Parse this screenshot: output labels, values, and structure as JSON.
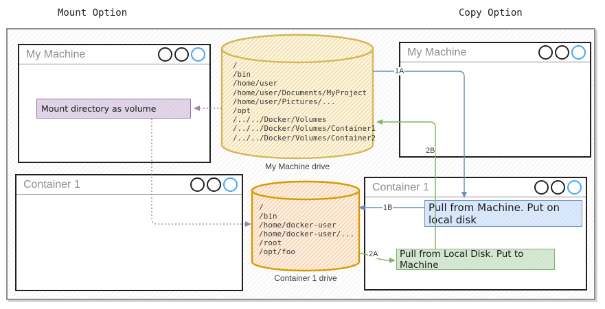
{
  "diagram": {
    "headings": {
      "mount": "Mount Option",
      "copy": "Copy Option"
    },
    "windows": {
      "machine_left": {
        "title": "My Machine"
      },
      "machine_right": {
        "title": "My Machine"
      },
      "container_left": {
        "title": "Container 1"
      },
      "container_right": {
        "title": "Container 1"
      }
    },
    "drives": {
      "machine": {
        "caption": "My Machine drive",
        "paths": [
          "/",
          "/bin",
          "/home/user",
          "/home/user/Documents/MyProject",
          "/home/user/Pictures/...",
          "/opt",
          "/../../Docker/Volumes",
          "/../../Docker/Volumes/Container1",
          "/../../Docker/Volumes/Container2"
        ]
      },
      "container": {
        "caption": "Container 1 drive",
        "paths": [
          "/",
          "/bin",
          "/home/docker-user",
          "/home/docker-user/...",
          "/root",
          "/opt/foo"
        ]
      }
    },
    "notes": {
      "mount_volume": "Mount directory as volume",
      "pull_from_machine": "Pull from Machine. Put on local disk",
      "pull_from_local": "Pull from Local Disk. Put to Machine"
    },
    "connector_labels": {
      "l1a": "1A",
      "l1b": "1B",
      "l2a": "2A",
      "l2b": "2B"
    },
    "colors": {
      "purple_fill": "#e1d5e7",
      "purple_stroke": "#9673a6",
      "blue_fill": "#dae8fc",
      "blue_stroke": "#6c8ebf",
      "green_fill": "#d5e8d4",
      "green_stroke": "#82b366",
      "machine_drive_fill": "#fcf4dd",
      "machine_drive_stroke": "#d6b656",
      "container_drive_fill": "#fdeddf",
      "container_drive_stroke": "#d79b00",
      "window_title_text": "#8c8c8c",
      "window_control_blue": "#42a5f5"
    }
  }
}
